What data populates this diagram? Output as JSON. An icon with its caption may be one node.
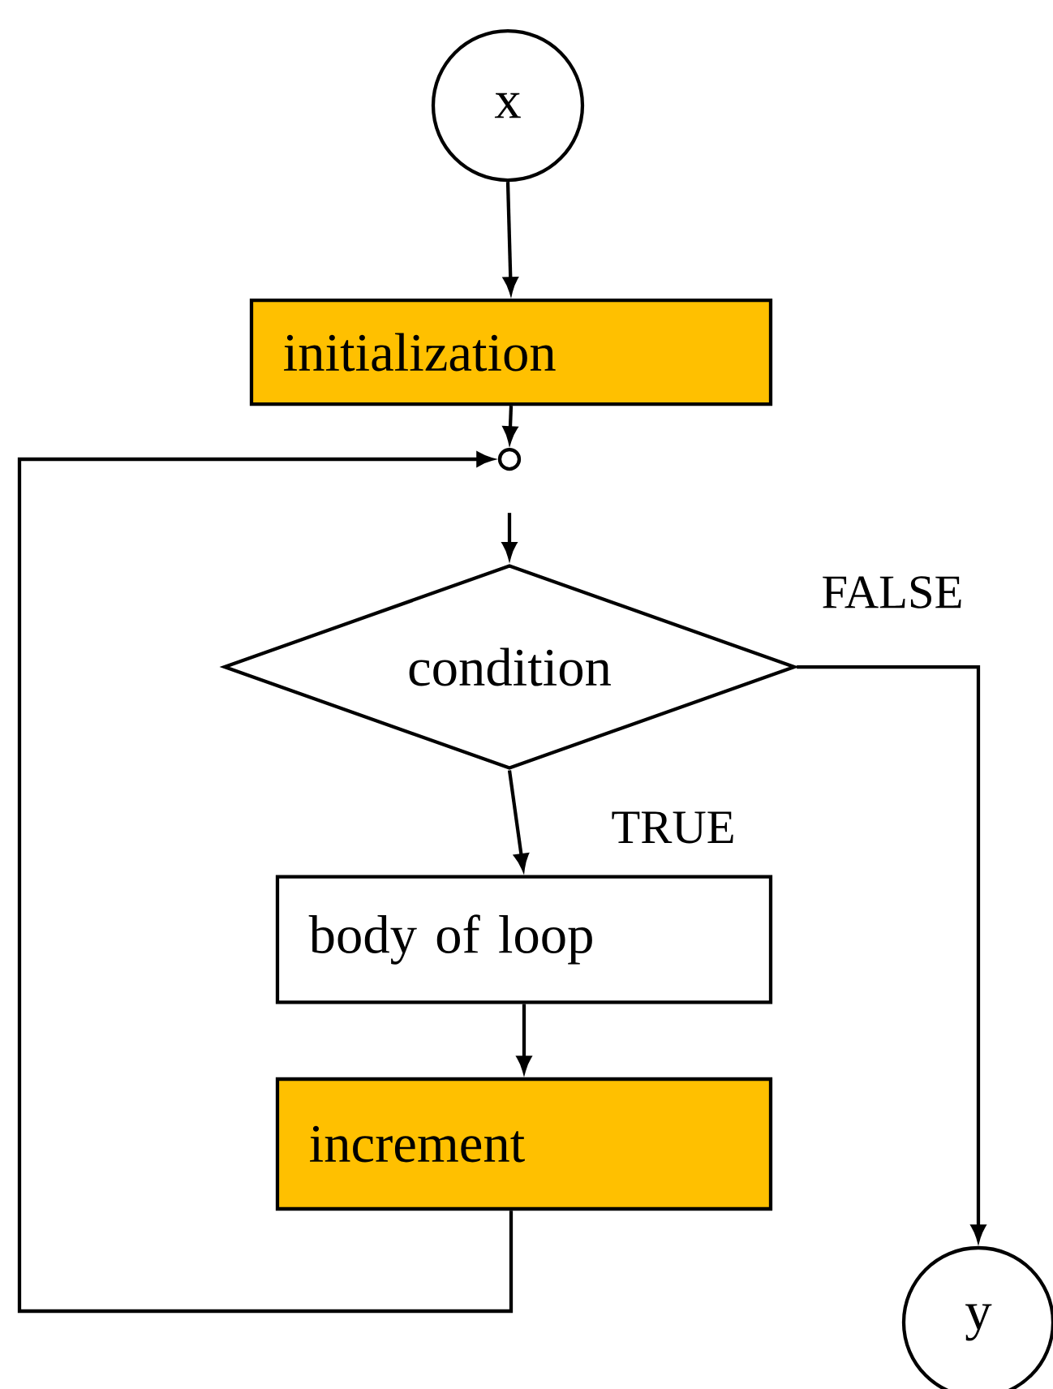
{
  "diagram": {
    "nodes": [
      {
        "text": [
          "x"
        ]
      },
      {
        "text": [
          "initialization"
        ]
      },
      {
        "text": [],
        "shape": "circle"
      },
      {
        "text": [
          "condition"
        ]
      },
      {
        "text": [
          "body of loop"
        ]
      },
      {
        "text": [
          "increment"
        ]
      },
      {
        "text": [
          "y"
        ]
      }
    ],
    "edges": [
      {
        "from": 0,
        "to": 1,
        "arrow": "to"
      },
      {
        "from": 1,
        "to": 2,
        "arrow": "to"
      },
      {
        "from": 2,
        "to": 3,
        "arrow": "to"
      },
      {
        "from": 3,
        "to": 4,
        "arrow": "to",
        "label": "TRUE"
      },
      {
        "from": 4,
        "to": 5,
        "arrow": "to"
      },
      {
        "from": 5,
        "to": 2,
        "arrow": "to"
      },
      {
        "from": 3,
        "to": 6,
        "arrow": "to",
        "label": "FALSE"
      }
    ]
  }
}
